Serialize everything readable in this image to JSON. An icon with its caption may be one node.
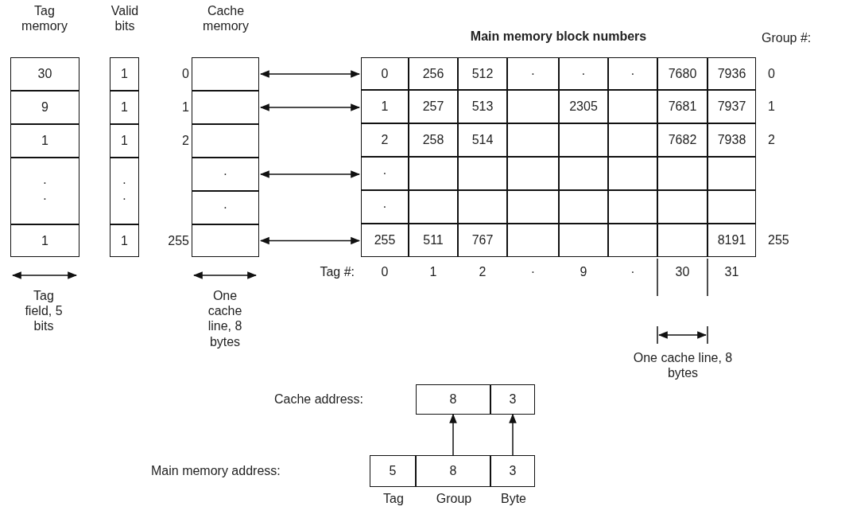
{
  "diagram": {
    "nodes": [
      {
        "text": [
          "Tag memory"
        ]
      },
      {
        "text": [
          "30"
        ],
        "in": 0
      },
      {
        "text": [
          "9"
        ],
        "in": 0
      },
      {
        "text": [
          "1"
        ],
        "in": 0
      },
      {
        "text": [
          "·",
          "·"
        ],
        "in": 0
      },
      {
        "text": [
          "1"
        ],
        "in": 0
      },
      {
        "text": [
          "Valid bits"
        ]
      },
      {
        "text": [
          "1"
        ],
        "in": 6
      },
      {
        "text": [
          "1"
        ],
        "in": 6
      },
      {
        "text": [
          "1"
        ],
        "in": 6
      },
      {
        "text": [
          "·",
          "·"
        ],
        "in": 6
      },
      {
        "text": [
          "1"
        ],
        "in": 6
      },
      {
        "text": [
          "Cache memory"
        ]
      },
      {
        "text": [],
        "shape": "box",
        "in": 12,
        "beside": [
          "0"
        ]
      },
      {
        "text": [],
        "shape": "box",
        "in": 12,
        "beside": [
          "1"
        ]
      },
      {
        "text": [],
        "shape": "box",
        "in": 12,
        "beside": [
          "2"
        ]
      },
      {
        "text": [
          "·"
        ],
        "in": 12
      },
      {
        "text": [
          "·"
        ],
        "in": 12
      },
      {
        "text": [],
        "shape": "box",
        "in": 12,
        "beside": [
          "255"
        ]
      },
      {
        "text": [
          "Main memory block numbers"
        ]
      },
      {
        "text": [
          "0"
        ],
        "in": 19
      },
      {
        "text": [
          "256"
        ],
        "in": 19
      },
      {
        "text": [
          "512"
        ],
        "in": 19
      },
      {
        "text": [
          "·"
        ],
        "in": 19
      },
      {
        "text": [
          "·"
        ],
        "in": 19
      },
      {
        "text": [
          "·"
        ],
        "in": 19
      },
      {
        "text": [
          "7680"
        ],
        "in": 19
      },
      {
        "text": [
          "7936"
        ],
        "in": 19
      },
      {
        "text": [
          "1"
        ],
        "in": 19
      },
      {
        "text": [
          "257"
        ],
        "in": 19
      },
      {
        "text": [
          "513"
        ],
        "in": 19
      },
      {
        "text": [],
        "shape": "box",
        "in": 19
      },
      {
        "text": [
          "2305"
        ],
        "in": 19
      },
      {
        "text": [],
        "shape": "box",
        "in": 19
      },
      {
        "text": [
          "7681"
        ],
        "in": 19
      },
      {
        "text": [
          "7937"
        ],
        "in": 19
      },
      {
        "text": [
          "2"
        ],
        "in": 19
      },
      {
        "text": [
          "258"
        ],
        "in": 19
      },
      {
        "text": [
          "514"
        ],
        "in": 19
      },
      {
        "text": [],
        "shape": "box",
        "in": 19
      },
      {
        "text": [],
        "shape": "box",
        "in": 19
      },
      {
        "text": [],
        "shape": "box",
        "in": 19
      },
      {
        "text": [
          "7682"
        ],
        "in": 19
      },
      {
        "text": [
          "7938"
        ],
        "in": 19
      },
      {
        "text": [
          "·"
        ],
        "in": 19
      },
      {
        "text": [],
        "shape": "box",
        "in": 19
      },
      {
        "text": [],
        "shape": "box",
        "in": 19
      },
      {
        "text": [],
        "shape": "box",
        "in": 19
      },
      {
        "text": [],
        "shape": "box",
        "in": 19
      },
      {
        "text": [],
        "shape": "box",
        "in": 19
      },
      {
        "text": [],
        "shape": "box",
        "in": 19
      },
      {
        "text": [],
        "shape": "box",
        "in": 19
      },
      {
        "text": [
          "·"
        ],
        "in": 19
      },
      {
        "text": [],
        "shape": "box",
        "in": 19
      },
      {
        "text": [],
        "shape": "box",
        "in": 19
      },
      {
        "text": [],
        "shape": "box",
        "in": 19
      },
      {
        "text": [],
        "shape": "box",
        "in": 19
      },
      {
        "text": [],
        "shape": "box",
        "in": 19
      },
      {
        "text": [],
        "shape": "box",
        "in": 19
      },
      {
        "text": [],
        "shape": "box",
        "in": 19
      },
      {
        "text": [
          "255"
        ],
        "in": 19
      },
      {
        "text": [
          "511"
        ],
        "in": 19
      },
      {
        "text": [
          "767"
        ],
        "in": 19
      },
      {
        "text": [],
        "shape": "box",
        "in": 19
      },
      {
        "text": [],
        "shape": "box",
        "in": 19
      },
      {
        "text": [],
        "shape": "box",
        "in": 19
      },
      {
        "text": [],
        "shape": "box",
        "in": 19
      },
      {
        "text": [
          "8191"
        ],
        "in": 19
      },
      {
        "text": [
          "Cache address:"
        ]
      },
      {
        "text": [
          "8"
        ],
        "in": 68
      },
      {
        "text": [
          "3"
        ],
        "in": 68
      },
      {
        "text": [
          "Main memory address:"
        ]
      },
      {
        "text": [
          "5"
        ],
        "in": 71,
        "beside": [
          "Tag"
        ]
      },
      {
        "text": [
          "8"
        ],
        "in": 71,
        "beside": [
          "Group"
        ]
      },
      {
        "text": [
          "3"
        ],
        "in": 71,
        "beside": [
          "Byte"
        ]
      }
    ],
    "edges": [
      {
        "from": 13,
        "to": 20,
        "arrow": "both"
      },
      {
        "from": 14,
        "to": 28,
        "arrow": "both"
      },
      {
        "from": 16,
        "to": 44,
        "arrow": "both"
      },
      {
        "from": 18,
        "to": 60,
        "arrow": "both"
      },
      {
        "from": 73,
        "to": 69,
        "arrow": "to"
      },
      {
        "from": 74,
        "to": 70,
        "arrow": "to"
      }
    ],
    "labels": [
      "Group #:",
      "0",
      "1",
      "2",
      "255",
      "Tag #:",
      "0",
      "1",
      "2",
      "·",
      "9",
      "·",
      "30",
      "31",
      "Tag field, 5 bits",
      "One cache line, 8 bytes",
      "One cache line, 8 bytes"
    ]
  }
}
